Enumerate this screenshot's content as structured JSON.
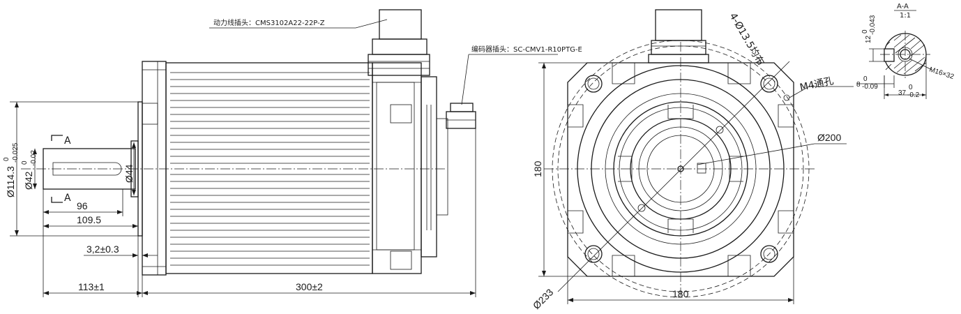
{
  "labels": {
    "power_connector": "动力线插头：CMS3102A22-22P-Z",
    "encoder_connector": "编码器插头：SC-CMV1-R10PTG-E",
    "section_mark": "A",
    "section_title": "A-A",
    "section_scale": "1:1",
    "holes": "4-Ø13.5均布",
    "m4_hole": "M4通孔"
  },
  "dimensions": {
    "flange_dia": "Ø114.3",
    "flange_tol": "-0.025",
    "flange_tol_up": "0",
    "shaft_dia": "Ø42",
    "shaft_tol": "-0.02",
    "shaft_tol_up": "0",
    "shaft_d44": "Ø44",
    "shaft_96": "96",
    "shaft_109": "109.5",
    "step_32": "3,2±0.3",
    "shaft_113": "113±1",
    "body_300": "300±2",
    "front_180_v": "180",
    "front_180_h": "180",
    "pcd_200": "Ø200",
    "outer_233": "Ø233",
    "key_12": "12",
    "key_12_tol": "-0.043",
    "key_12_tol_up": "0",
    "key_8": "8",
    "key_8_tol": "-0.09",
    "key_8_tol_up": "0",
    "key_37": "37",
    "key_37_tol": "-0.2",
    "key_37_tol_up": "0",
    "thread": "M16×32"
  }
}
